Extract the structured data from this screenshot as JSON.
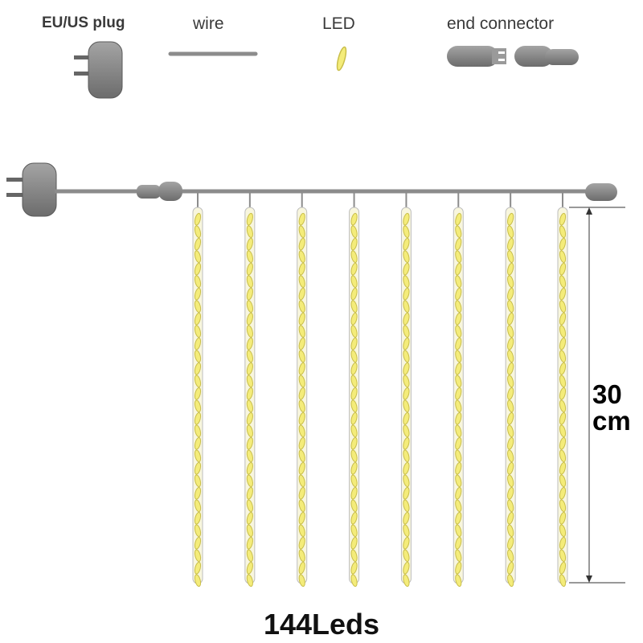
{
  "legend": {
    "plug": "EU/US plug",
    "wire": "wire",
    "led": "LED",
    "end_connector": "end connector"
  },
  "tube_count": 8,
  "dimension": {
    "value": "30",
    "unit": "cm"
  },
  "footer": "144Leds",
  "colors": {
    "wire": "#8c8c8c",
    "plug": "#7d7d7d",
    "led": "#f4ec7a",
    "led_outline": "#c9be4a",
    "tube": "#f8f6de"
  }
}
